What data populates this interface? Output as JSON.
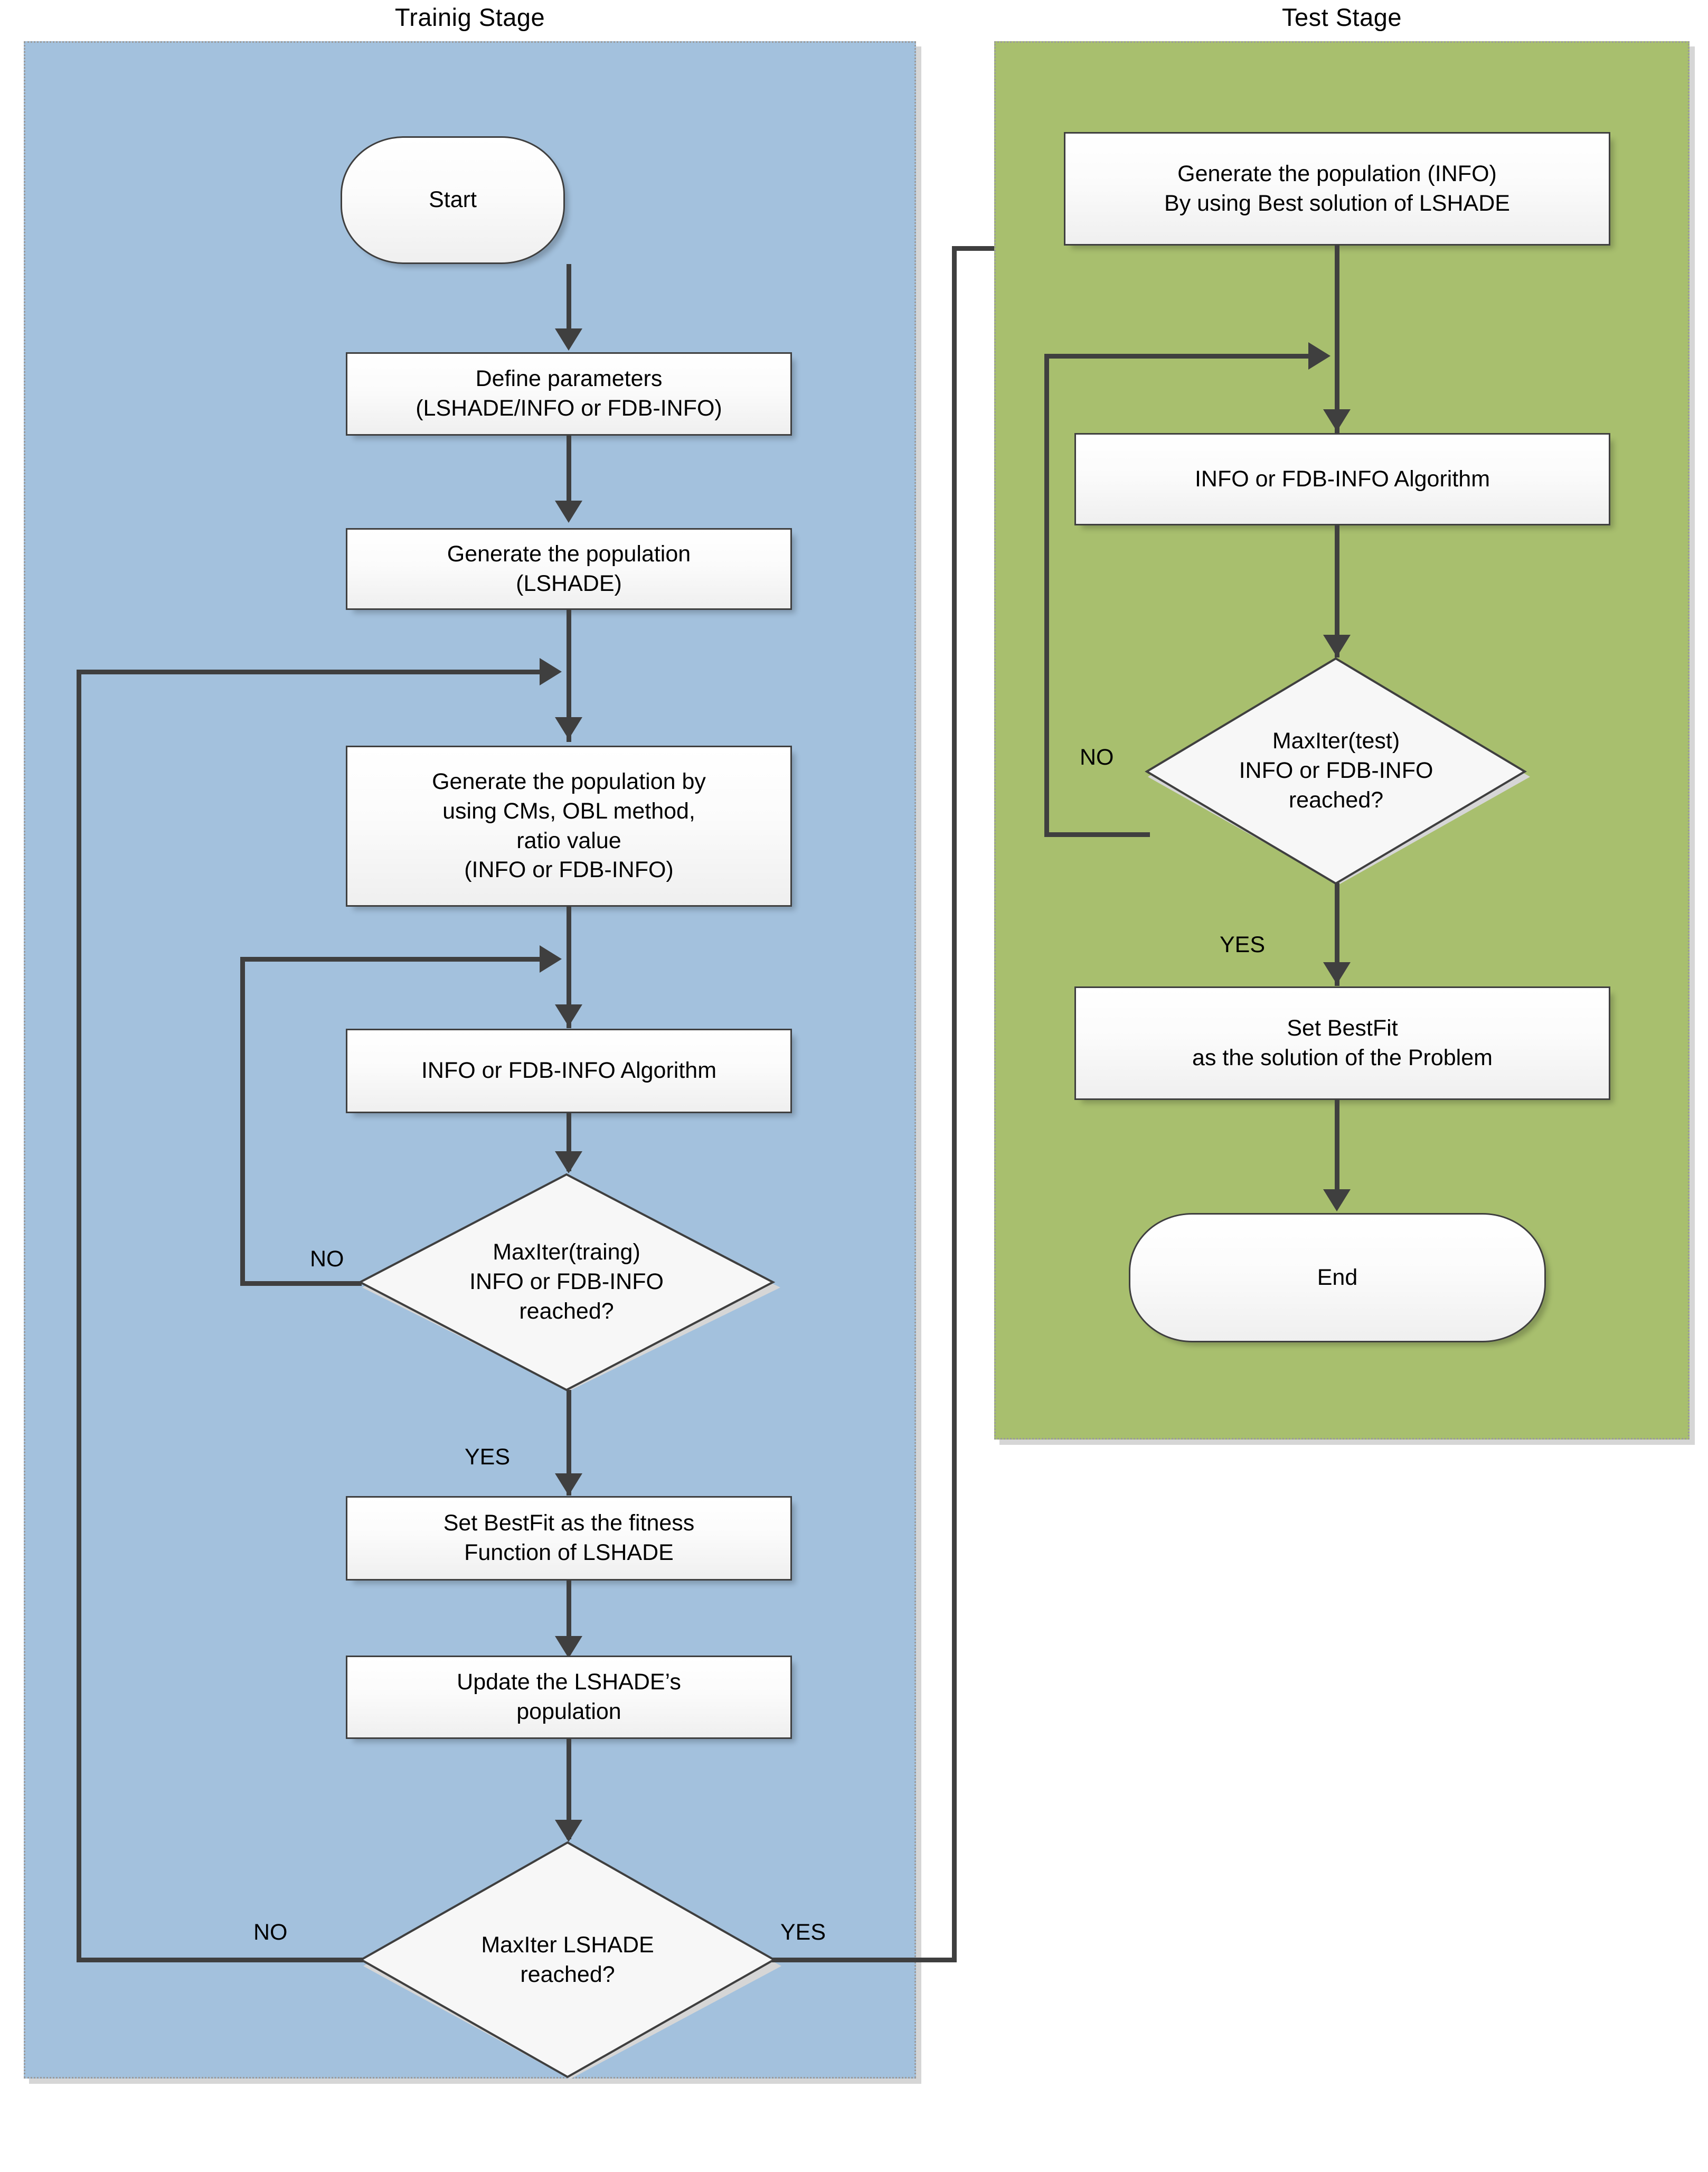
{
  "diagram": {
    "type": "flowchart",
    "panels": [
      {
        "id": "training",
        "title": "Trainig Stage",
        "color": "#a3c1dd"
      },
      {
        "id": "test",
        "title": "Test Stage",
        "color": "#a8bf6e"
      }
    ]
  },
  "training": {
    "title": "Trainig Stage",
    "nodes": {
      "start": "Start",
      "define_params_l1": "Define parameters",
      "define_params_l2": "(LSHADE/INFO or FDB-INFO)",
      "gen_pop_l1": "Generate the population",
      "gen_pop_l2": "(LSHADE)",
      "gen_pop_cms_l1": "Generate the population by",
      "gen_pop_cms_l2": "using CMs, OBL method,",
      "gen_pop_cms_l3": "ratio value",
      "gen_pop_cms_l4": "(INFO or FDB-INFO)",
      "info_algo": "INFO or FDB-INFO Algorithm",
      "maxiter_train_l1": "MaxIter(traing)",
      "maxiter_train_l2": "INFO or FDB-INFO",
      "maxiter_train_l3": "reached?",
      "set_bestfit_l1": "Set BestFit as the fitness",
      "set_bestfit_l2": "Function of LSHADE",
      "update_pop_l1": "Update the LSHADE’s",
      "update_pop_l2": "population",
      "maxiter_lshade_l1": "MaxIter LSHADE",
      "maxiter_lshade_l2": "reached?"
    },
    "edge_labels": {
      "inner_no": "NO",
      "inner_yes": "YES",
      "outer_no": "NO",
      "outer_yes": "YES"
    }
  },
  "test": {
    "title": "Test Stage",
    "nodes": {
      "gen_pop_info_l1": "Generate the population (INFO)",
      "gen_pop_info_l2": "By using Best solution of LSHADE",
      "info_algo": "INFO or FDB-INFO Algorithm",
      "maxiter_test_l1": "MaxIter(test)",
      "maxiter_test_l2": "INFO or FDB-INFO",
      "maxiter_test_l3": "reached?",
      "set_bestfit_l1": "Set BestFit",
      "set_bestfit_l2": "as the solution of the Problem",
      "end": "End"
    },
    "edge_labels": {
      "no": "NO",
      "yes": "YES"
    }
  }
}
